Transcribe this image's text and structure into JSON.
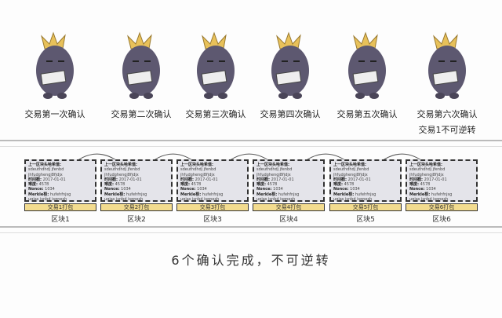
{
  "characters": [
    {
      "label": "交易第一次确认"
    },
    {
      "label": "交易第二次确认"
    },
    {
      "label": "交易第三次确认"
    },
    {
      "label": "交易第四次确认"
    },
    {
      "label": "交易第五次确认"
    },
    {
      "label": "交易第六次确认",
      "label2": "交易1不可逆转"
    }
  ],
  "block_fields": {
    "prev_hash": "上一区块头哈希值:",
    "timestamp": "时间戳:",
    "difficulty": "难度:",
    "nonce": "Nonce:",
    "merkle": "Merkle根:"
  },
  "blocks": [
    {
      "package": "交易1打包",
      "name": "区块1"
    },
    {
      "package": "交易2打包",
      "name": "区块2"
    },
    {
      "package": "交易3打包",
      "name": "区块3"
    },
    {
      "package": "交易4打包",
      "name": "区块4"
    },
    {
      "package": "交易5打包",
      "name": "区块5"
    },
    {
      "package": "交易6打包",
      "name": "区块6"
    }
  ],
  "footer": "6个确认完成，不可逆转",
  "colors": {
    "body": "#5d5870",
    "hair": "#e8c15a",
    "package": "#f3dc8f",
    "block": "#e4e4ea"
  }
}
